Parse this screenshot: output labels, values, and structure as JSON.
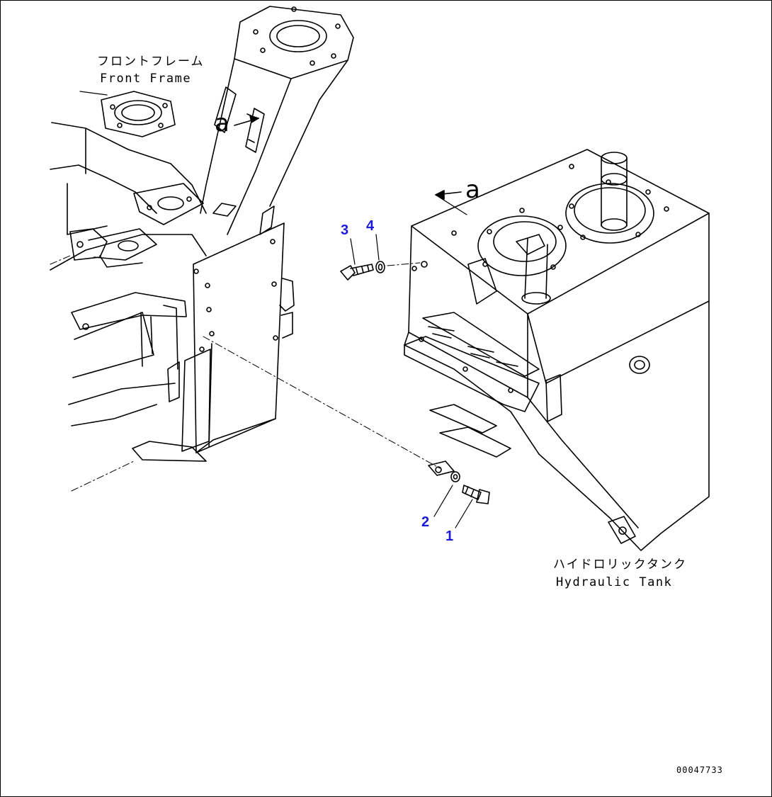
{
  "labels": {
    "front_frame_jp": "フロントフレーム",
    "front_frame_en": "Front Frame",
    "hydraulic_tank_jp": "ハイドロリックタンク",
    "hydraulic_tank_en": "Hydraulic Tank",
    "view_a_left": "a",
    "view_a_right": "a",
    "drawing_code": "00047733"
  },
  "callouts": {
    "part_1": "1",
    "part_2": "2",
    "part_3": "3",
    "part_4": "4"
  },
  "colors": {
    "callout": "#1a1ad6",
    "line": "#000000",
    "background": "#ffffff"
  }
}
